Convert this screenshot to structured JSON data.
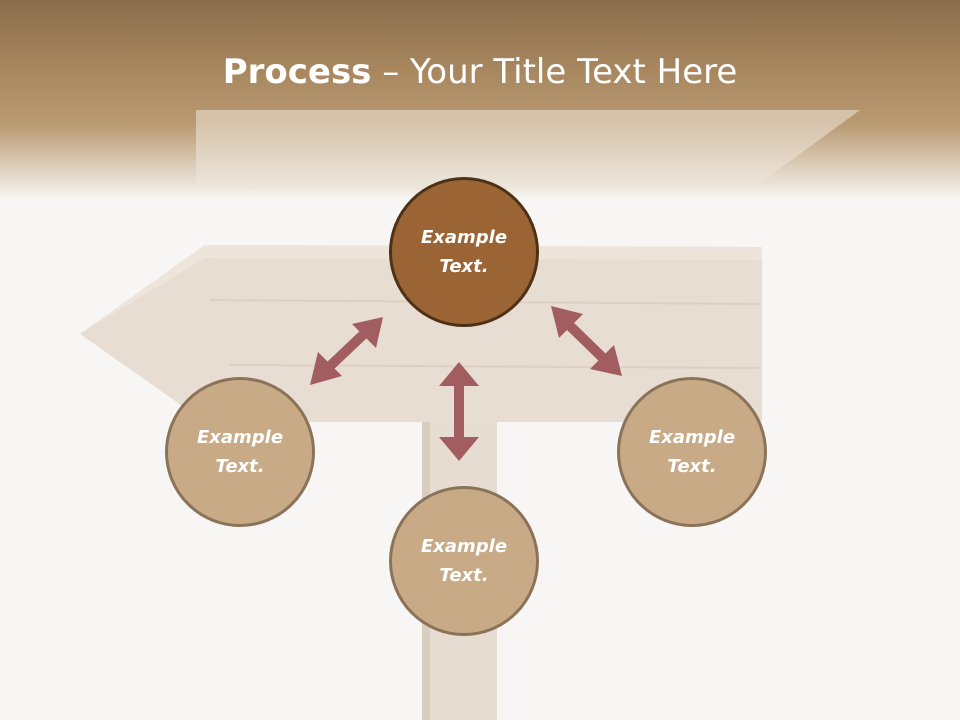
{
  "title": {
    "bold": "Process",
    "rest": " – Your Title Text Here"
  },
  "nodes": {
    "top": "Example Text.",
    "left": "Example Text.",
    "bottom": "Example Text.",
    "right": "Example Text."
  },
  "colors": {
    "header": "#a8875f",
    "main_node": "#9a6434",
    "sub_node": "#c8aa86",
    "arrow": "#a15d5f"
  }
}
